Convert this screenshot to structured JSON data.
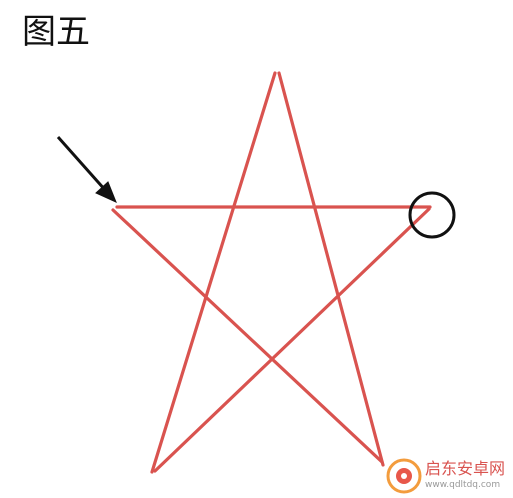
{
  "figure": {
    "title": "图五"
  },
  "colors": {
    "star_stroke": "#d9534f",
    "annotation": "#111111"
  },
  "watermark": {
    "name": "启东安卓网",
    "url": "www.qdltdq.com"
  }
}
